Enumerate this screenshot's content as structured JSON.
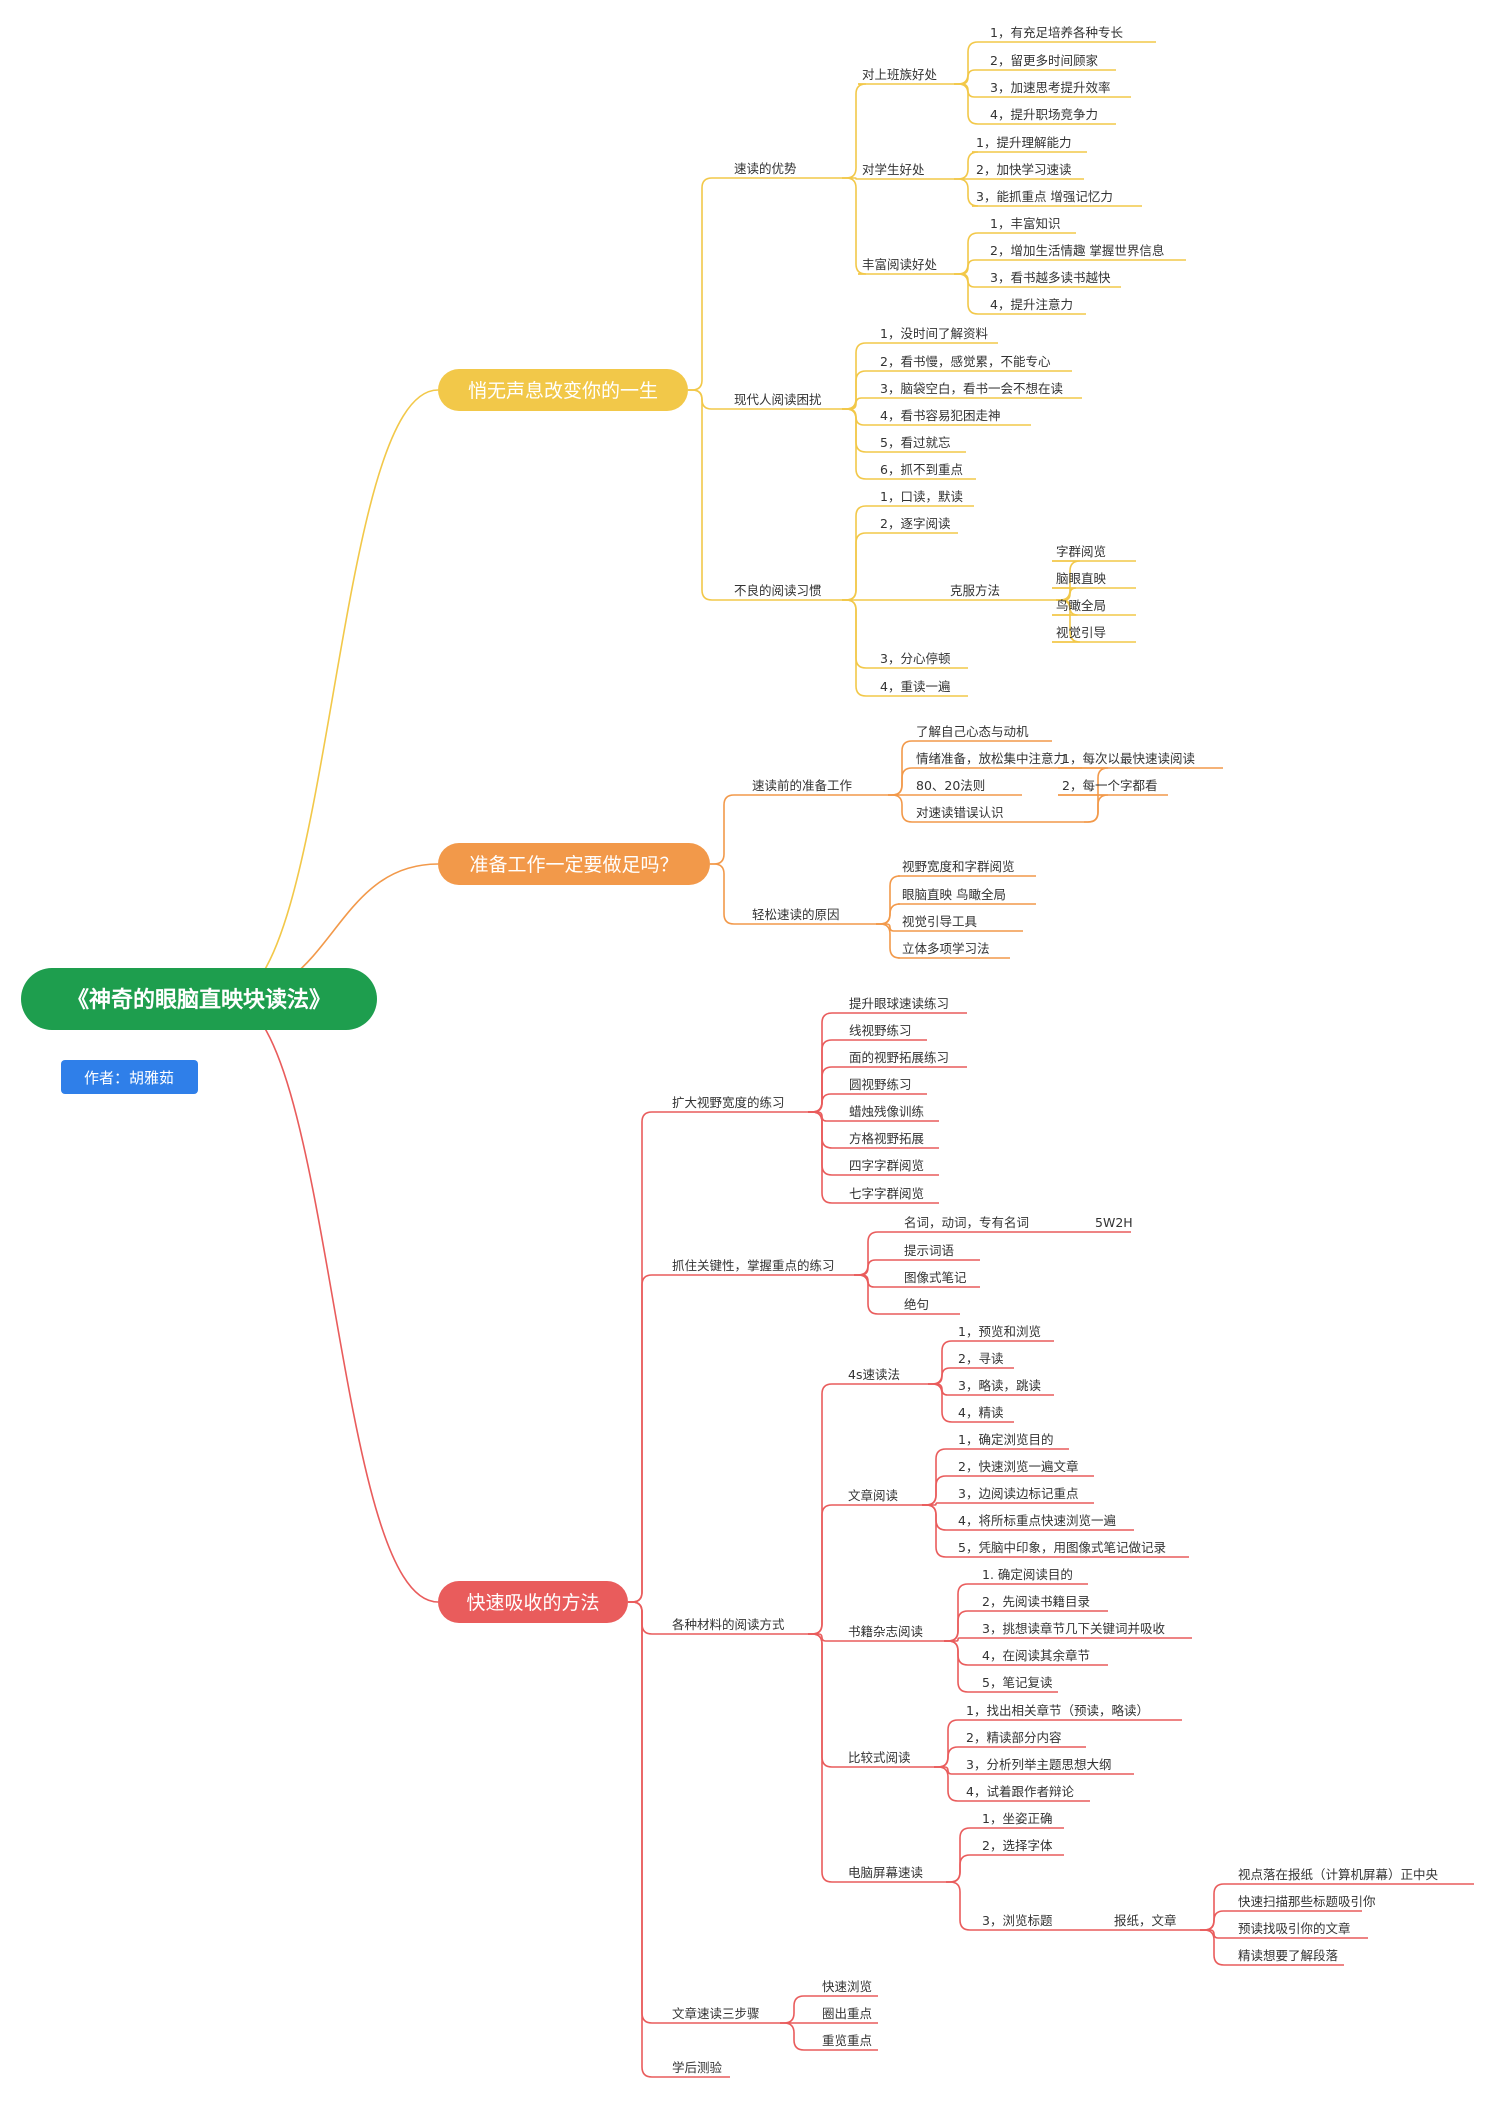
{
  "colors": {
    "root": "#1e9e4e",
    "author": "#2f7fe9",
    "branch_yellow": "#f2c849",
    "branch_orange": "#f2994a",
    "branch_red": "#e95c5c"
  },
  "root": {
    "title": "《神奇的眼脑直映块读法》"
  },
  "author": {
    "label": "作者：胡雅茹"
  },
  "branches": [
    {
      "title": "悄无声息改变你的一生",
      "children": [
        {
          "label": "速读的优势",
          "children": [
            {
              "label": "对上班族好处",
              "children": [
                {
                  "label": "1，有充足培养各种专长"
                },
                {
                  "label": "2，留更多时间顾家"
                },
                {
                  "label": "3，加速思考提升效率"
                },
                {
                  "label": "4，提升职场竞争力"
                }
              ]
            },
            {
              "label": "对学生好处",
              "children": [
                {
                  "label": "1，提升理解能力"
                },
                {
                  "label": "2，加快学习速读"
                },
                {
                  "label": "3，能抓重点    增强记忆力"
                }
              ]
            },
            {
              "label": "丰富阅读好处",
              "children": [
                {
                  "label": "1，丰富知识"
                },
                {
                  "label": "2，增加生活情趣  掌握世界信息"
                },
                {
                  "label": "3，看书越多读书越快"
                },
                {
                  "label": "4，提升注意力"
                }
              ]
            }
          ]
        },
        {
          "label": "现代人阅读困扰",
          "children": [
            {
              "label": "1，没时间了解资料"
            },
            {
              "label": "2，看书慢，感觉累，不能专心"
            },
            {
              "label": "3，脑袋空白，看书一会不想在读"
            },
            {
              "label": "4，看书容易犯困走神"
            },
            {
              "label": "5，看过就忘"
            },
            {
              "label": "6，抓不到重点"
            }
          ]
        },
        {
          "label": "不良的阅读习惯",
          "children": [
            {
              "label": "1，口读，默读"
            },
            {
              "label": "2，逐字阅读"
            },
            {
              "label": "克服方法",
              "children": [
                {
                  "label": "字群阅览"
                },
                {
                  "label": "脑眼直映"
                },
                {
                  "label": "鸟瞰全局"
                },
                {
                  "label": "视觉引导"
                }
              ]
            },
            {
              "label": "3，分心停顿"
            },
            {
              "label": "4，重读一遍"
            }
          ]
        }
      ]
    },
    {
      "title": "准备工作一定要做足吗？",
      "children": [
        {
          "label": "速读前的准备工作",
          "children": [
            {
              "label": "了解自己心态与动机"
            },
            {
              "label": "情绪准备，放松集中注意力"
            },
            {
              "label": "80、20法则"
            },
            {
              "label": "对速读错误认识",
              "children": [
                {
                  "label": "1，每次以最快速读阅读"
                },
                {
                  "label": "2，每一个字都看"
                }
              ]
            }
          ]
        },
        {
          "label": "轻松速读的原因",
          "children": [
            {
              "label": "视野宽度和字群阅览"
            },
            {
              "label": "眼脑直映  鸟瞰全局"
            },
            {
              "label": "视觉引导工具"
            },
            {
              "label": "立体多项学习法"
            }
          ]
        }
      ]
    },
    {
      "title": "快速吸收的方法",
      "children": [
        {
          "label": "扩大视野宽度的练习",
          "children": [
            {
              "label": "提升眼球速读练习"
            },
            {
              "label": "线视野练习"
            },
            {
              "label": "面的视野拓展练习"
            },
            {
              "label": "圆视野练习"
            },
            {
              "label": "蜡烛残像训练"
            },
            {
              "label": "方格视野拓展"
            },
            {
              "label": "四字字群阅览"
            },
            {
              "label": "七字字群阅览"
            }
          ]
        },
        {
          "label": "抓住关键性，掌握重点的练习",
          "children": [
            {
              "label": "名词，动词，专有名词",
              "note": "5W2H"
            },
            {
              "label": "提示词语"
            },
            {
              "label": "图像式笔记"
            },
            {
              "label": "绝句"
            }
          ]
        },
        {
          "label": "各种材料的阅读方式",
          "children": [
            {
              "label": "4s速读法",
              "children": [
                {
                  "label": "1，预览和浏览"
                },
                {
                  "label": "2，寻读"
                },
                {
                  "label": "3，略读，跳读"
                },
                {
                  "label": "4，精读"
                }
              ]
            },
            {
              "label": "文章阅读",
              "children": [
                {
                  "label": "1，确定浏览目的"
                },
                {
                  "label": "2，快速浏览一遍文章"
                },
                {
                  "label": "3，边阅读边标记重点"
                },
                {
                  "label": "4，将所标重点快速浏览一遍"
                },
                {
                  "label": "5，凭脑中印象，用图像式笔记做记录"
                }
              ]
            },
            {
              "label": "书籍杂志阅读",
              "children": [
                {
                  "label": "1. 确定阅读目的"
                },
                {
                  "label": "2，先阅读书籍目录"
                },
                {
                  "label": "3，挑想读章节几下关键词并吸收"
                },
                {
                  "label": "4，在阅读其余章节"
                },
                {
                  "label": "5，笔记复读"
                }
              ]
            },
            {
              "label": "比较式阅读",
              "children": [
                {
                  "label": "1，找出相关章节（预读，略读）"
                },
                {
                  "label": "2，精读部分内容"
                },
                {
                  "label": "3，分析列举主题思想大纲"
                },
                {
                  "label": "4，试着跟作者辩论"
                }
              ]
            },
            {
              "label": "电脑屏幕速读",
              "children": [
                {
                  "label": "1，坐姿正确"
                },
                {
                  "label": "2，选择字体"
                },
                {
                  "label": "3，浏览标题",
                  "children": [
                    {
                      "label": "报纸，文章",
                      "children": [
                        {
                          "label": "视点落在报纸（计算机屏幕）正中央"
                        },
                        {
                          "label": "快速扫描那些标题吸引你"
                        },
                        {
                          "label": "预读找吸引你的文章"
                        },
                        {
                          "label": "精读想要了解段落"
                        }
                      ]
                    }
                  ]
                }
              ]
            }
          ]
        },
        {
          "label": "文章速读三步骤",
          "children": [
            {
              "label": "快速浏览"
            },
            {
              "label": "圈出重点"
            },
            {
              "label": "重览重点"
            }
          ]
        },
        {
          "label": "学后测验"
        }
      ]
    }
  ]
}
